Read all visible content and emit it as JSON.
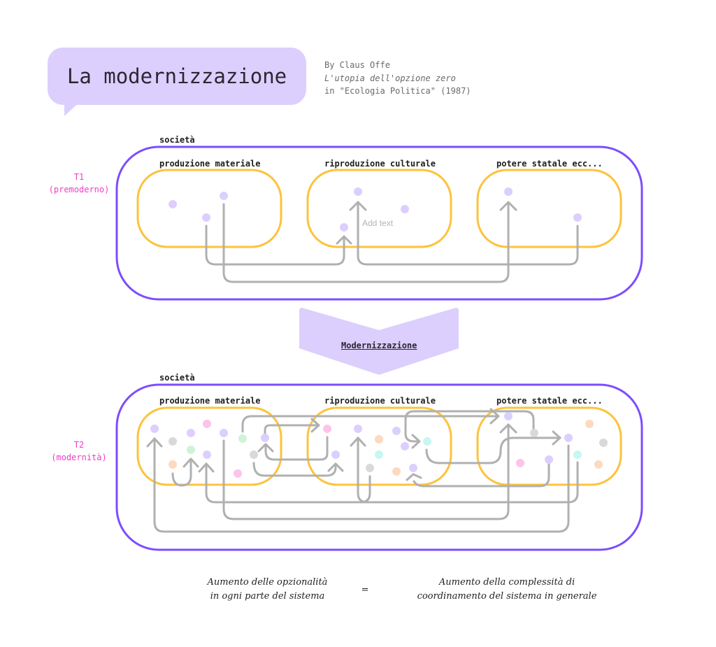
{
  "header": {
    "title": "La modernizzazione",
    "credit_author": "By Claus Offe",
    "credit_work": "L'utopia dell'opzione zero",
    "credit_source": "in \"Ecologia Politica\" (1987)"
  },
  "colors": {
    "bubble": "#dccffd",
    "society_border": "#7c4dff",
    "subsystem_border": "#fdc33c",
    "arrow": "#b0b0b0",
    "time_label": "#f03cc8",
    "dot_purple": "#dccffd",
    "dot_gray": "#d9d9d9",
    "dot_pink": "#fdc4ea",
    "dot_green": "#cdf4d6",
    "dot_orange": "#fdd9bf",
    "dot_cyan": "#c8f6f2"
  },
  "t1": {
    "time_label": "T1",
    "period_label": "(premoderno)",
    "society_label": "società",
    "subsystems": [
      "produzione materiale",
      "riproduzione culturale",
      "potere statale ecc..."
    ],
    "placeholder_text": "Add text"
  },
  "transition": {
    "label": "Modernizzazione"
  },
  "t2": {
    "time_label": "T2",
    "period_label": "(modernità)",
    "society_label": "società",
    "subsystems": [
      "produzione materiale",
      "riproduzione culturale",
      "potere statale ecc..."
    ]
  },
  "conclusion": {
    "left_line1": "Aumento delle opzionalità",
    "left_line2": "in ogni parte del sistema",
    "equals": "=",
    "right_line1": "Aumento della complessità di",
    "right_line2": "coordinamento del sistema in generale"
  }
}
